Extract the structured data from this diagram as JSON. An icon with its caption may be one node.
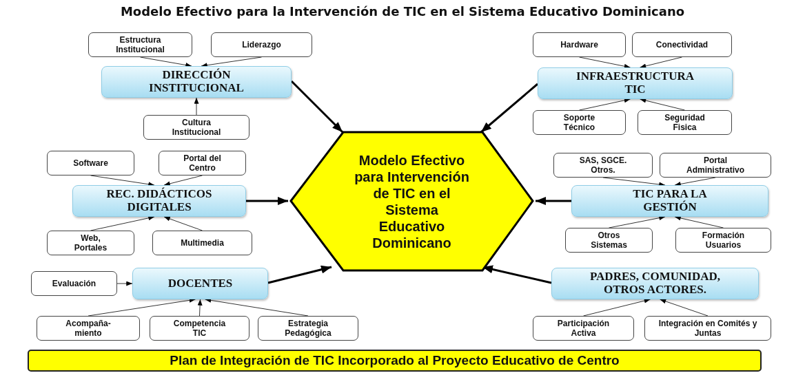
{
  "diagram": {
    "title": "Modelo Efectivo para la Intervención de TIC en el Sistema Educativo Dominicano",
    "nodes": [
      {
        "text": [
          "Modelo Efectivo para Intervención de TIC en el Sistema Educativo Dominicano"
        ]
      },
      {
        "text": [
          "DIRECCIÓN INSTITUCIONAL"
        ]
      },
      {
        "text": [
          "Estructura Institucional"
        ]
      },
      {
        "text": [
          "Liderazgo"
        ]
      },
      {
        "text": [
          "Cultura Institucional"
        ]
      },
      {
        "text": [
          "INFRAESTRUCTURA TIC"
        ]
      },
      {
        "text": [
          "Hardware"
        ]
      },
      {
        "text": [
          "Conectividad"
        ]
      },
      {
        "text": [
          "Soporte Técnico"
        ]
      },
      {
        "text": [
          "Seguridad Fisica"
        ]
      },
      {
        "text": [
          "REC. DIDÁCTICOS DIGITALES"
        ]
      },
      {
        "text": [
          "Software"
        ]
      },
      {
        "text": [
          "Portal del Centro"
        ]
      },
      {
        "text": [
          "Web, Portales"
        ]
      },
      {
        "text": [
          "Multimedia"
        ]
      },
      {
        "text": [
          "DOCENTES"
        ]
      },
      {
        "text": [
          "Evaluación"
        ]
      },
      {
        "text": [
          "Acompaña- miento"
        ]
      },
      {
        "text": [
          "Competencia TIC"
        ]
      },
      {
        "text": [
          "Estrategia Pedagógica"
        ]
      },
      {
        "text": [
          "TIC PARA LA GESTIÓN"
        ]
      },
      {
        "text": [
          "SAS, SGCE. Otros."
        ]
      },
      {
        "text": [
          "Portal Administrativo"
        ]
      },
      {
        "text": [
          "Otros Sistemas"
        ]
      },
      {
        "text": [
          "Formación Usuarios"
        ]
      },
      {
        "text": [
          "PADRES, COMUNIDAD, OTROS ACTORES."
        ]
      },
      {
        "text": [
          "Participación Activa"
        ]
      },
      {
        "text": [
          "Integración en Comités y Juntas"
        ]
      },
      {
        "text": [
          "Plan de Integración de TIC Incorporado al Proyecto Educativo de Centro"
        ]
      }
    ],
    "edges": [
      {
        "from": 2,
        "to": 1,
        "arrow": "to"
      },
      {
        "from": 3,
        "to": 1,
        "arrow": "to"
      },
      {
        "from": 4,
        "to": 1,
        "arrow": "to"
      },
      {
        "from": 6,
        "to": 5,
        "arrow": "to"
      },
      {
        "from": 7,
        "to": 5,
        "arrow": "to"
      },
      {
        "from": 8,
        "to": 5,
        "arrow": "to"
      },
      {
        "from": 9,
        "to": 5,
        "arrow": "to"
      },
      {
        "from": 11,
        "to": 10,
        "arrow": "to"
      },
      {
        "from": 12,
        "to": 10,
        "arrow": "to"
      },
      {
        "from": 13,
        "to": 10,
        "arrow": "to"
      },
      {
        "from": 14,
        "to": 10,
        "arrow": "to"
      },
      {
        "from": 16,
        "to": 15,
        "arrow": "to"
      },
      {
        "from": 17,
        "to": 15,
        "arrow": "to"
      },
      {
        "from": 18,
        "to": 15,
        "arrow": "to"
      },
      {
        "from": 19,
        "to": 15,
        "arrow": "to"
      },
      {
        "from": 21,
        "to": 20,
        "arrow": "to"
      },
      {
        "from": 22,
        "to": 20,
        "arrow": "to"
      },
      {
        "from": 23,
        "to": 20,
        "arrow": "to"
      },
      {
        "from": 24,
        "to": 20,
        "arrow": "to"
      },
      {
        "from": 26,
        "to": 25,
        "arrow": "to"
      },
      {
        "from": 27,
        "to": 25,
        "arrow": "to"
      },
      {
        "from": 1,
        "to": 0,
        "arrow": "to",
        "style": "thick"
      },
      {
        "from": 5,
        "to": 0,
        "arrow": "to",
        "style": "thick"
      },
      {
        "from": 10,
        "to": 0,
        "arrow": "to",
        "style": "thick"
      },
      {
        "from": 15,
        "to": 0,
        "arrow": "to",
        "style": "thick"
      },
      {
        "from": 20,
        "to": 0,
        "arrow": "to",
        "style": "thick"
      },
      {
        "from": 25,
        "to": 0,
        "arrow": "to",
        "style": "thick"
      }
    ]
  }
}
